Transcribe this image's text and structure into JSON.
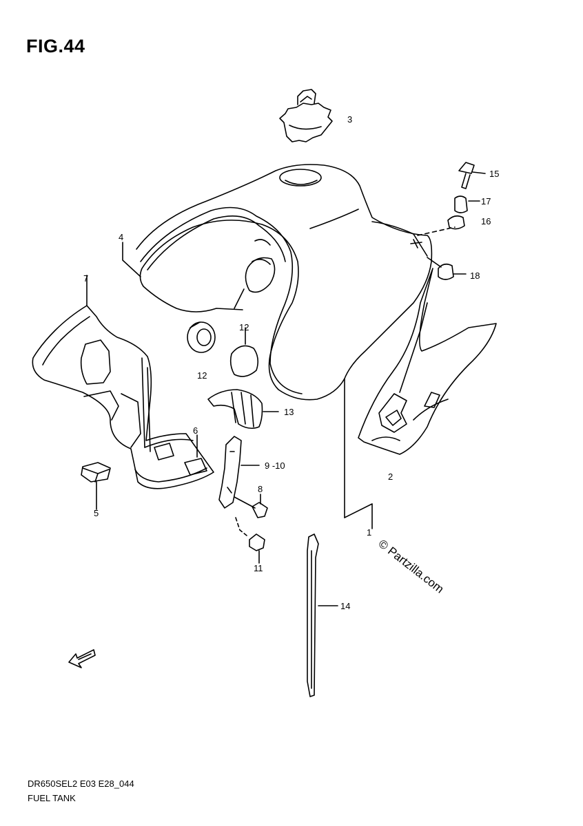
{
  "title": "FIG.44",
  "footer": {
    "code": "DR650SEL2 E03 E28_044",
    "name": "FUEL TANK"
  },
  "watermark": "© Partzilla.com",
  "callouts": {
    "c1": "1",
    "c2": "2",
    "c3": "3",
    "c4": "4",
    "c5": "5",
    "c6": "6",
    "c7": "7",
    "c8": "8",
    "c9_10": "9 -10",
    "c11": "11",
    "c12a": "12",
    "c12b": "12",
    "c13": "13",
    "c14": "14",
    "c15": "15",
    "c16": "16",
    "c17": "17",
    "c18": "18"
  },
  "icons": {
    "front_arrow": "front-direction-arrow-icon"
  }
}
